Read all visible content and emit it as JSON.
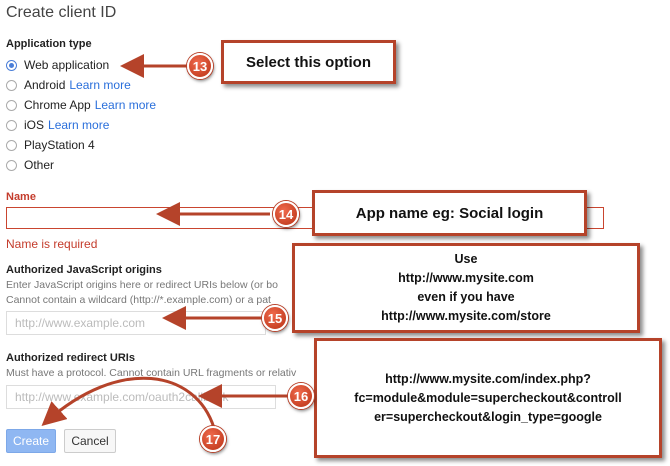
{
  "page_title": "Create client ID",
  "app_type": {
    "label": "Application type",
    "options": [
      {
        "label": "Web application",
        "link": "",
        "checked": true
      },
      {
        "label": "Android",
        "link": "Learn more",
        "checked": false
      },
      {
        "label": "Chrome App",
        "link": "Learn more",
        "checked": false
      },
      {
        "label": "iOS",
        "link": "Learn more",
        "checked": false
      },
      {
        "label": "PlayStation 4",
        "link": "",
        "checked": false
      },
      {
        "label": "Other",
        "link": "",
        "checked": false
      }
    ]
  },
  "name_field": {
    "label": "Name",
    "value": "",
    "error": "Name is required"
  },
  "js_origins": {
    "label": "Authorized JavaScript origins",
    "help1": "Enter JavaScript origins here or redirect URIs below (or bo",
    "help2": "Cannot contain a wildcard (http://*.example.com) or a pat",
    "placeholder": "http://www.example.com"
  },
  "redirect_uris": {
    "label": "Authorized redirect URIs",
    "help": "Must have a protocol. Cannot contain URL fragments or relativ",
    "placeholder": "http://www.example.com/oauth2callback"
  },
  "buttons": {
    "create": "Create",
    "cancel": "Cancel"
  },
  "callouts": {
    "c13": "Select this option",
    "c14": "App name eg: Social login",
    "c15": [
      "Use",
      "http://www.mysite.com",
      "even if you have",
      "http://www.mysite.com/store"
    ],
    "c16": [
      "http://www.mysite.com/index.php?",
      "fc=module&module=supercheckout&controll",
      "er=supercheckout&login_type=google"
    ]
  },
  "badges": {
    "b13": "13",
    "b14": "14",
    "b15": "15",
    "b16": "16",
    "b17": "17"
  },
  "colors": {
    "annotation": "#b5432a",
    "link": "#2a6fdb",
    "error": "#c43c2c",
    "primary_button": "#8fb7f2"
  }
}
